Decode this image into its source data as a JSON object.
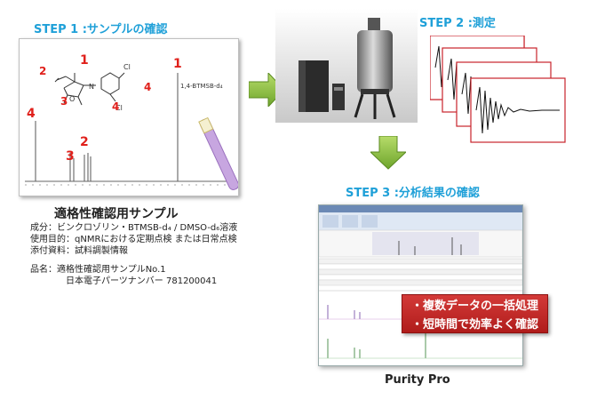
{
  "step1": {
    "title": "STEP 1 :サンプルの確認",
    "peak_labels": {
      "p1_spectrum": "1",
      "p2": "2",
      "p3": "3",
      "p4": "4"
    },
    "molecule_labels": {
      "n1": "1",
      "n2": "2",
      "n3": "3",
      "n4a": "4",
      "n4b": "4",
      "cl_top": "Cl",
      "cl_bottom": "Cl",
      "n_atom": "N",
      "o_ring": "O"
    },
    "reference_label": "1,4-BTMSB-d₄",
    "caption": "適格性確認用サンプル",
    "info_lines": [
      "成分：ビンクロゾリン・BTMSB-d₄ / DMSO-d₆溶液",
      "使用目的：qNMRにおける定期点検 または日常点検",
      "添付資料：試料調製情報"
    ],
    "product_lines": [
      "品名：適格性確認用サンプルNo.1",
      "日本電子パーツナンバー 781200041"
    ]
  },
  "step2": {
    "title": "STEP 2 :測定"
  },
  "step3": {
    "title": "STEP 3 :分析結果の確認",
    "callout_lines": [
      "・複数データの一括処理",
      "・短時間で効率よく確認"
    ],
    "caption": "Purity Pro"
  },
  "colors": {
    "step_title": "#1fa0d8",
    "red_label": "#e0201b",
    "arrow_green": "#8cc13f",
    "callout_red": "#c42a29",
    "tube_purple": "#b97fd6"
  },
  "icons": [
    "nmr-magnet-icon",
    "console-cabinet-icon",
    "nmr-tube-icon",
    "fid-signal-icon"
  ]
}
